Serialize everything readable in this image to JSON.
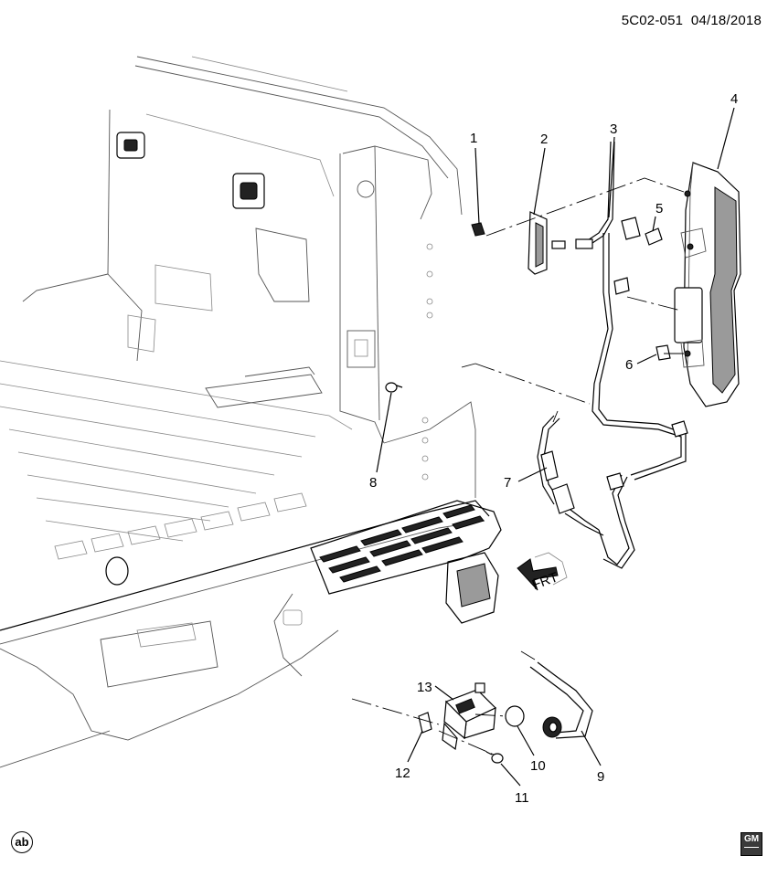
{
  "header": {
    "code": "5C02-051",
    "date": "04/18/2018"
  },
  "callouts": [
    {
      "id": "1",
      "label": "1"
    },
    {
      "id": "2",
      "label": "2"
    },
    {
      "id": "3",
      "label": "3"
    },
    {
      "id": "4",
      "label": "4"
    },
    {
      "id": "5",
      "label": "5"
    },
    {
      "id": "6",
      "label": "6"
    },
    {
      "id": "7",
      "label": "7"
    },
    {
      "id": "8",
      "label": "8"
    },
    {
      "id": "9",
      "label": "9"
    },
    {
      "id": "10",
      "label": "10"
    },
    {
      "id": "11",
      "label": "11"
    },
    {
      "id": "12",
      "label": "12"
    },
    {
      "id": "13",
      "label": "13"
    }
  ],
  "direction_arrow": {
    "label": "FRT"
  },
  "footer": {
    "left_mark": "ab",
    "right_logo": "GM"
  }
}
